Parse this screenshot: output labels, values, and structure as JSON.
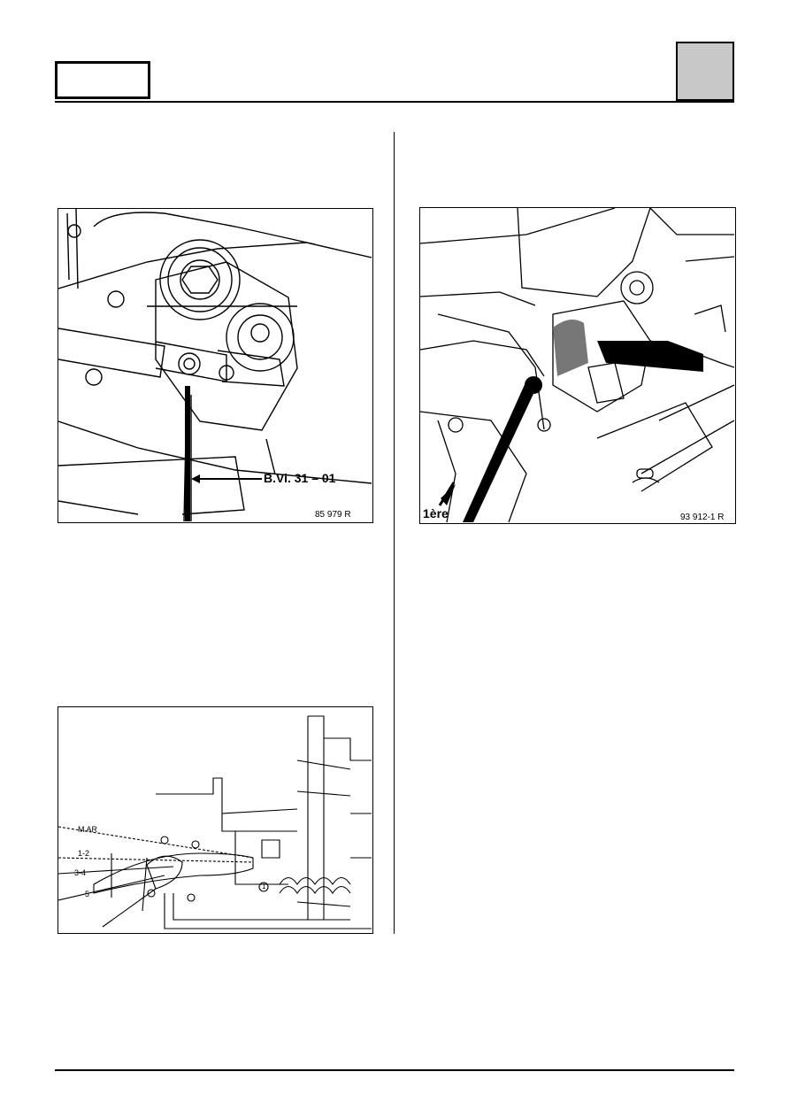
{
  "figures": {
    "fig1": {
      "tool_label": "B.Vi. 31 – 01",
      "ref": "85 979 R"
    },
    "fig2": {
      "direction_label": "1ère",
      "ref": "93 912-1 R"
    },
    "fig3": {
      "labels": [
        "M AR",
        "1-2",
        "3-4",
        "5",
        "1"
      ]
    }
  }
}
